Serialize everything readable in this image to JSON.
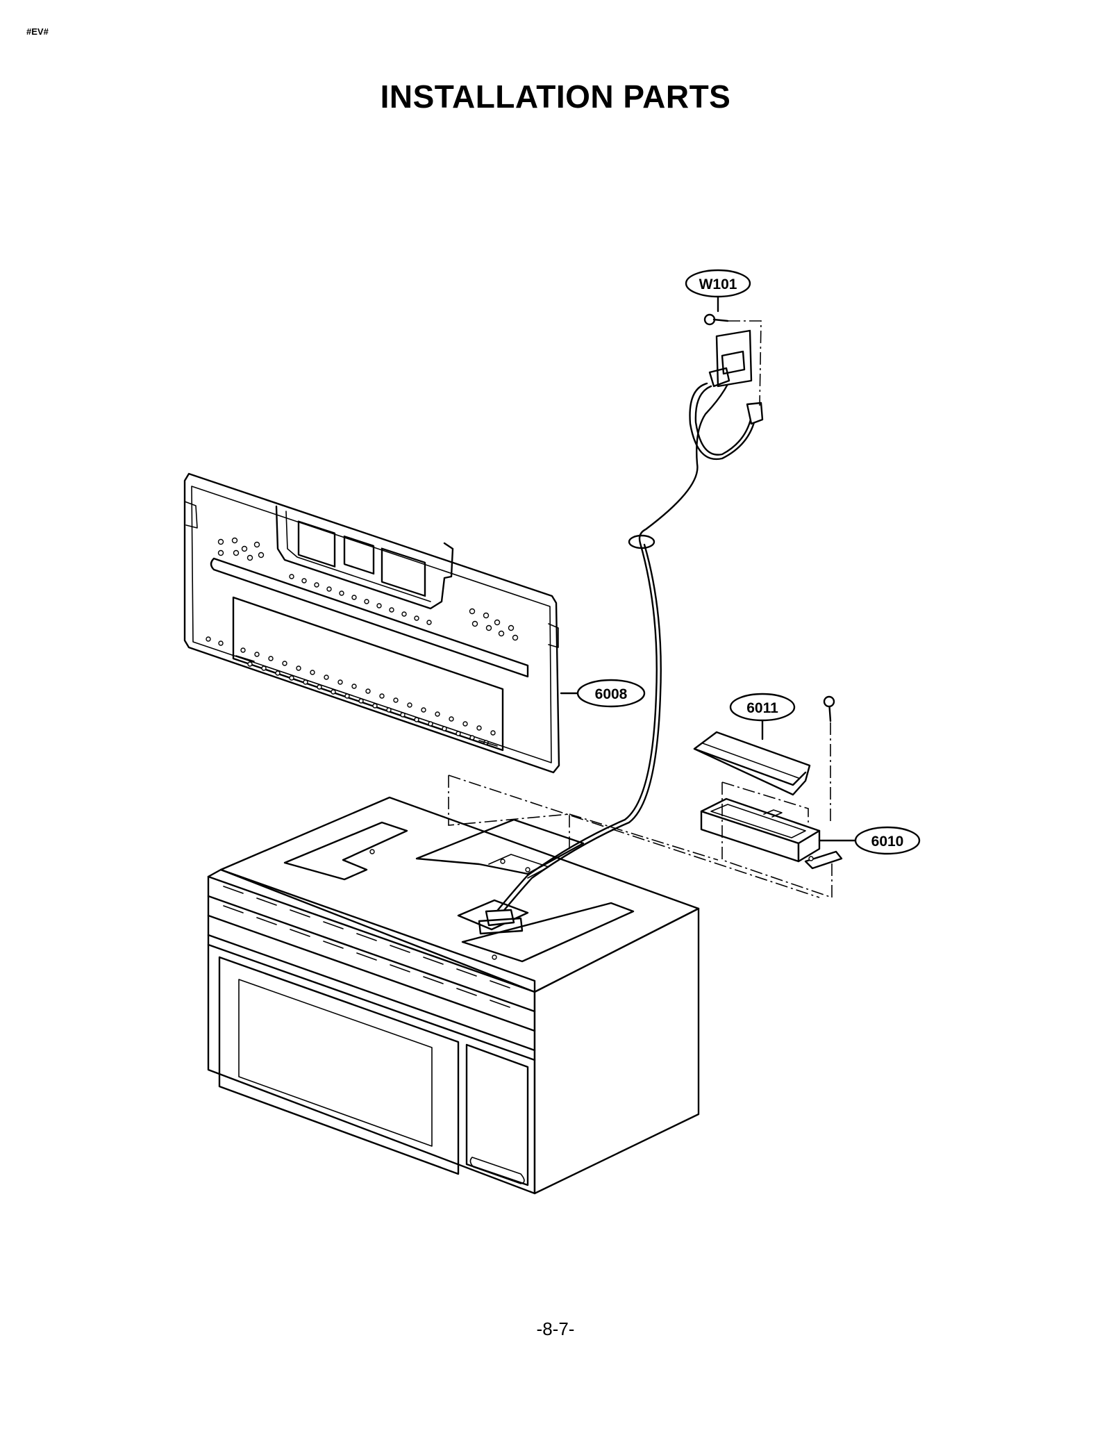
{
  "header": {
    "code": "#EV#",
    "title": "INSTALLATION PARTS"
  },
  "callouts": {
    "power_cord": "W101",
    "mounting_plate": "6008",
    "cover": "6011",
    "bracket": "6010"
  },
  "footer": {
    "page_number": "-8-7-"
  }
}
